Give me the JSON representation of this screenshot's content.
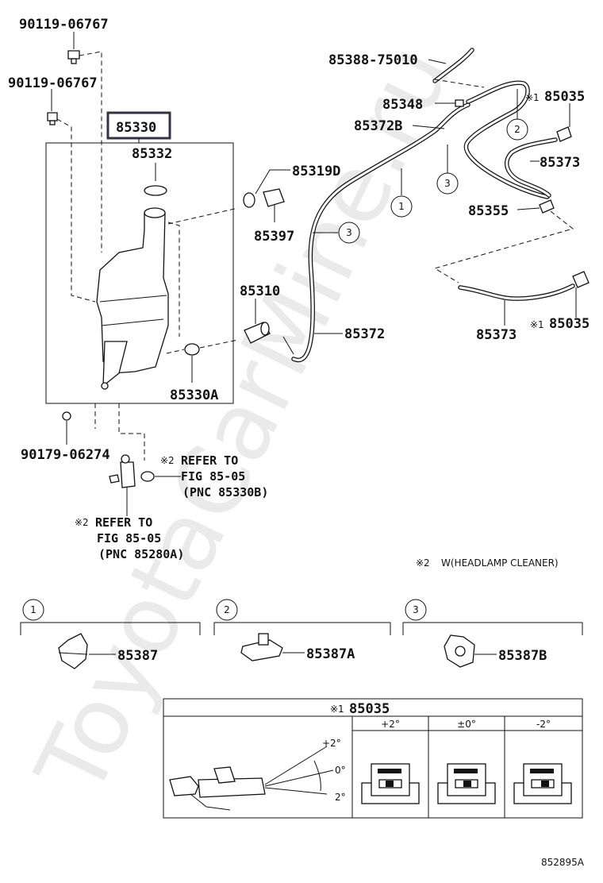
{
  "labels": {
    "p90119a": "90119-06767",
    "p90119b": "90119-06767",
    "p85330": "85330",
    "p85332": "85332",
    "p85319d": "85319D",
    "p85397": "85397",
    "p85310": "85310",
    "p85330a": "85330A",
    "p85372": "85372",
    "p85388": "85388-75010",
    "p85348": "85348",
    "p85372b": "85372B",
    "p85035_top": "85035",
    "p85373_top": "85373",
    "p85355": "85355",
    "p85373_bot": "85373",
    "p85035_bot": "85035",
    "p90179": "90179-06274",
    "p85387": "85387",
    "p85387a": "85387A",
    "p85387b": "85387B"
  },
  "marks": {
    "mark1": "※1",
    "mark2": "※2"
  },
  "callouts": {
    "c1": "1",
    "c2": "2",
    "c3": "3"
  },
  "refer_a": {
    "line1": "REFER TO",
    "line2": "FIG 85-05",
    "line3": "(PNC 85330B)"
  },
  "refer_b": {
    "line1": "REFER TO",
    "line2": "FIG 85-05",
    "line3": "(PNC 85280A)"
  },
  "note": "W(HEADLAMP CLEANER)",
  "table": {
    "title": "85035",
    "columns": [
      "+2°",
      "±0°",
      "-2°"
    ],
    "angles": [
      "+2°",
      "0°",
      "2°"
    ]
  },
  "figure_id": "852895A",
  "watermark": "ToyotaCarMine.ru"
}
